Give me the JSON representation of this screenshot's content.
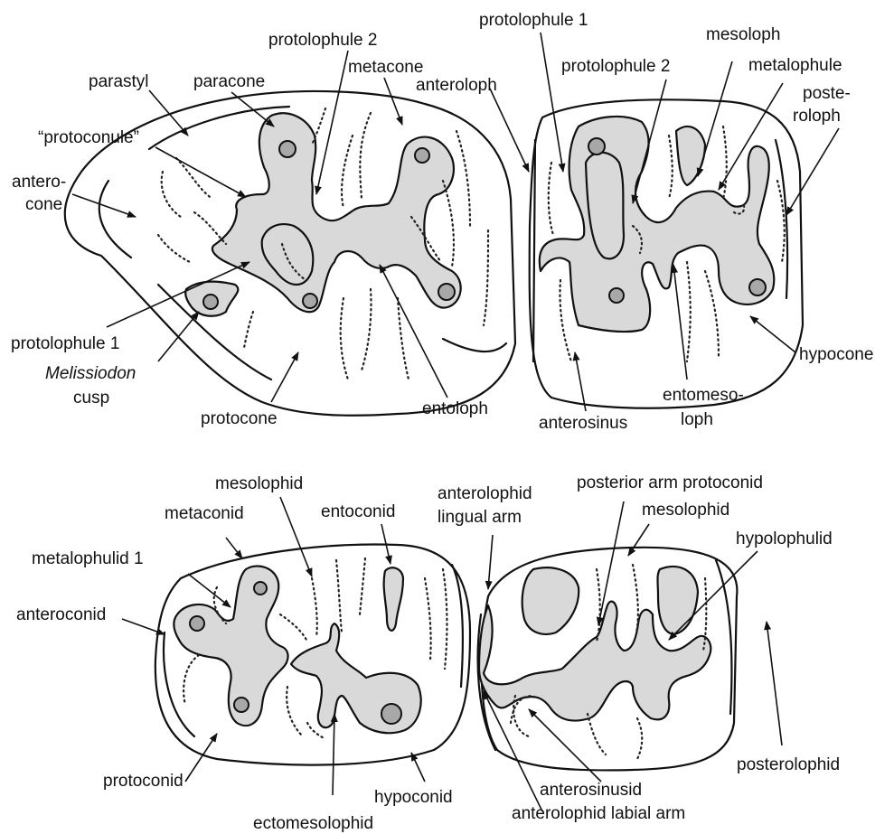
{
  "labels": {
    "upper_m1": {
      "paracone": "paracone",
      "protolophule2": "protolophule 2",
      "metacone": "metacone",
      "parastyl": "parastyl",
      "protoconule": "“protoconule”",
      "anterocone_1": "antero-",
      "anterocone_2": "cone",
      "protolophule1": "protolophule 1",
      "melissiodon_1": "Melissiodon",
      "melissiodon_2": "cusp",
      "protocone": "protocone",
      "entoloph": "entoloph"
    },
    "upper_m2": {
      "protolophule1": "protolophule 1",
      "mesoloph": "mesoloph",
      "protolophule2": "protolophule 2",
      "metalophule": "metalophule",
      "anteroloph": "anteroloph",
      "posteroloph_1": "poste-",
      "posteroloph_2": "roloph",
      "hypocone": "hypocone",
      "entomesoloph_1": "entomeso-",
      "entomesoloph_2": "loph",
      "anterosinus": "anterosinus"
    },
    "lower_m1": {
      "mesolophid": "mesolophid",
      "entoconid": "entoconid",
      "metaconid": "metaconid",
      "metalophulid1": "metalophulid 1",
      "anteroconid": "anteroconid",
      "protoconid": "protoconid",
      "hypoconid": "hypoconid",
      "ectomesolophid": "ectomesolophid"
    },
    "lower_m2": {
      "anterolophid_lingual_1": "anterolophid",
      "anterolophid_lingual_2": "lingual arm",
      "posterior_arm_protoconid": "posterior arm protoconid",
      "mesolophid": "mesolophid",
      "hypolophulid": "hypolophulid",
      "posterolophid": "posterolophid",
      "anterosinusid": "anterosinusid",
      "anterolophid_labial": "anterolophid labial arm"
    }
  }
}
